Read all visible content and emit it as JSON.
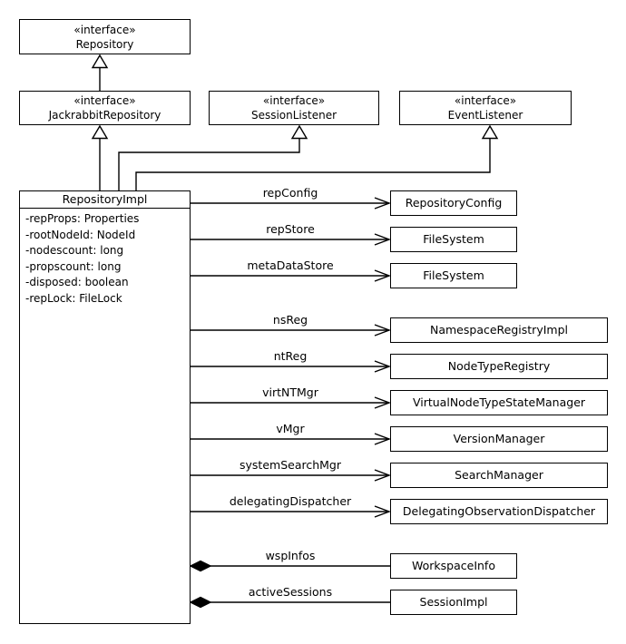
{
  "diagram": {
    "type": "uml-class-diagram",
    "interfaces": [
      {
        "stereotype": "«interface»",
        "name": "Repository"
      },
      {
        "stereotype": "«interface»",
        "name": "JackrabbitRepository"
      },
      {
        "stereotype": "«interface»",
        "name": "SessionListener"
      },
      {
        "stereotype": "«interface»",
        "name": "EventListener"
      }
    ],
    "generalizations": [
      {
        "from": "JackrabbitRepository",
        "to": "Repository"
      },
      {
        "from": "RepositoryImpl",
        "to": "JackrabbitRepository"
      },
      {
        "from": "RepositoryImpl",
        "to": "SessionListener"
      },
      {
        "from": "RepositoryImpl",
        "to": "EventListener"
      }
    ],
    "main_class": {
      "name": "RepositoryImpl",
      "attributes": [
        "-repProps: Properties",
        "-rootNodeId: NodeId",
        "-nodescount: long",
        "-propscount: long",
        "-disposed: boolean",
        "-repLock: FileLock"
      ]
    },
    "associations": [
      {
        "label": "repConfig",
        "target": "RepositoryConfig",
        "kind": "directed-association"
      },
      {
        "label": "repStore",
        "target": "FileSystem",
        "kind": "directed-association"
      },
      {
        "label": "metaDataStore",
        "target": "FileSystem",
        "kind": "directed-association"
      },
      {
        "label": "nsReg",
        "target": "NamespaceRegistryImpl",
        "kind": "directed-association"
      },
      {
        "label": "ntReg",
        "target": "NodeTypeRegistry",
        "kind": "directed-association"
      },
      {
        "label": "virtNTMgr",
        "target": "VirtualNodeTypeStateManager",
        "kind": "directed-association"
      },
      {
        "label": "vMgr",
        "target": "VersionManager",
        "kind": "directed-association"
      },
      {
        "label": "systemSearchMgr",
        "target": "SearchManager",
        "kind": "directed-association"
      },
      {
        "label": "delegatingDispatcher",
        "target": "DelegatingObservationDispatcher",
        "kind": "directed-association"
      },
      {
        "label": "wspInfos",
        "target": "WorkspaceInfo",
        "kind": "composition"
      },
      {
        "label": "activeSessions",
        "target": "SessionImpl",
        "kind": "composition"
      }
    ],
    "colors": {
      "line": "#000000",
      "text": "#000000",
      "box_fill": "#ffffff",
      "canvas": "#ffffff"
    }
  }
}
